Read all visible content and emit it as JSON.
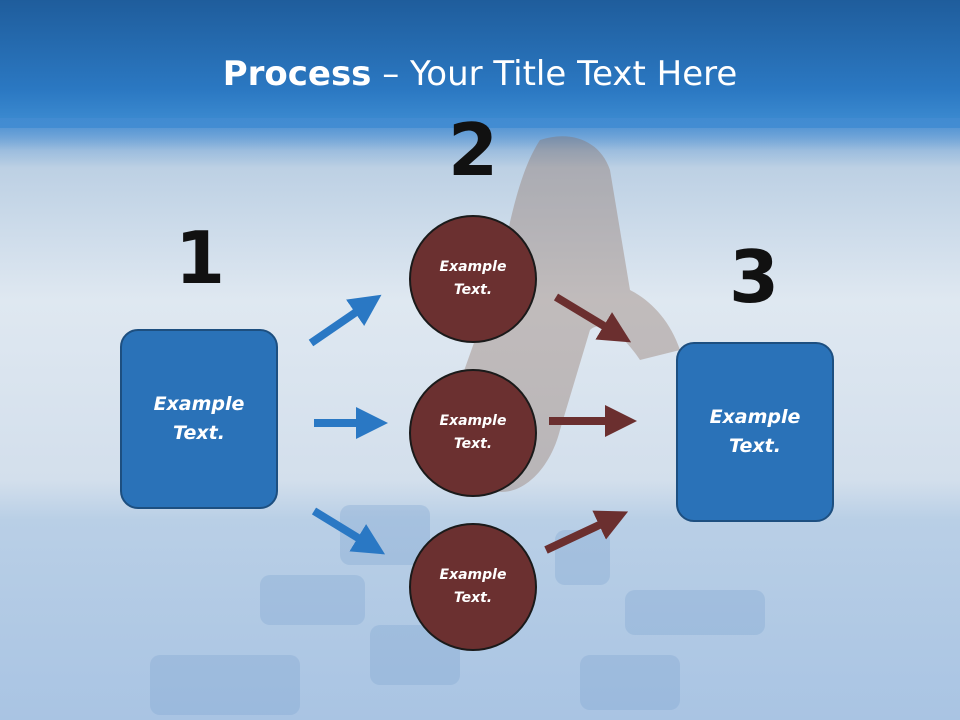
{
  "title": {
    "bold": "Process",
    "rest": " – Your Title Text Here"
  },
  "numbers": [
    "1",
    "2",
    "3"
  ],
  "left_box": {
    "line1": "Example",
    "line2": "Text."
  },
  "right_box": {
    "line1": "Example",
    "line2": "Text."
  },
  "circles": [
    {
      "line1": "Example",
      "line2": "Text."
    },
    {
      "line1": "Example",
      "line2": "Text."
    },
    {
      "line1": "Example",
      "line2": "Text."
    }
  ],
  "colors": {
    "blue_arrow": "#2a78c4",
    "brown_arrow": "#6b2f2f",
    "box_fill": "#2a72b8",
    "circle_fill": "#6b3030"
  }
}
